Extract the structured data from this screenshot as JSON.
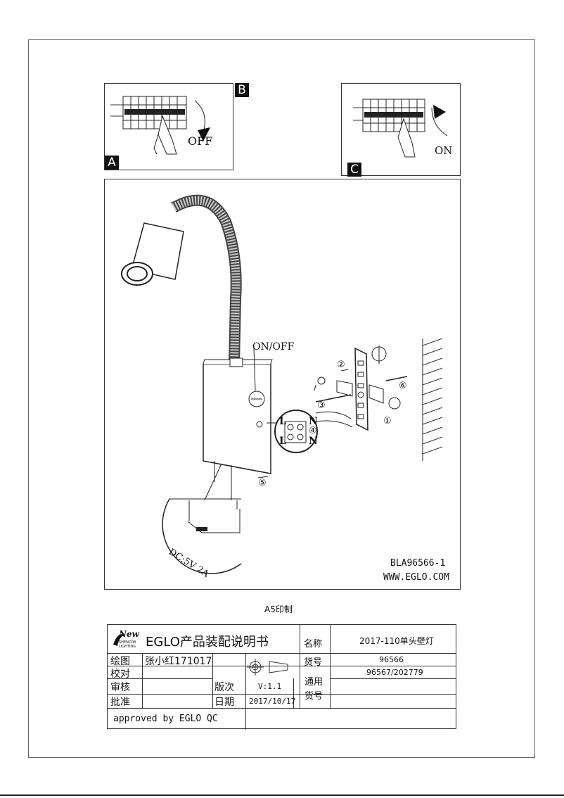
{
  "panels": {
    "a": {
      "tag": "A",
      "switch_label": "OFF"
    },
    "b": {
      "tag": "B"
    },
    "c": {
      "tag": "C",
      "switch_label": "ON"
    }
  },
  "diagram": {
    "switch_label": "ON/OFF",
    "power_label": "DC:5V 2A",
    "terminal_labels": [
      "L",
      "N",
      "L",
      "N"
    ],
    "terminal_step": "④",
    "steps": [
      "②",
      "③",
      "①",
      "⑥",
      "⑤"
    ],
    "model_code": "BLA96566-1",
    "website": "WWW.EGLO.COM"
  },
  "print_note": "A5印制",
  "title_block": {
    "logo_text": "New",
    "logo_sub1": "SHENCOA",
    "logo_sub2": "LIGHTING",
    "title": "EGLO产品装配说明书",
    "name_label": "名称",
    "name_value": "2017-110单头壁灯",
    "drawing_label": "绘图",
    "drawing_value": "张小红171017",
    "item_label": "货号",
    "item_value": "96566",
    "check_label": "校对",
    "general_label_1": "通用",
    "general_label_2": "货号",
    "general_value": "96567/202779",
    "review_label": "审核",
    "version_label": "版次",
    "version_value": "V:1.1",
    "approve_label": "批准",
    "date_label": "日期",
    "date_value": "2017/10/17",
    "approved_text": "approved by EGLO QC"
  }
}
